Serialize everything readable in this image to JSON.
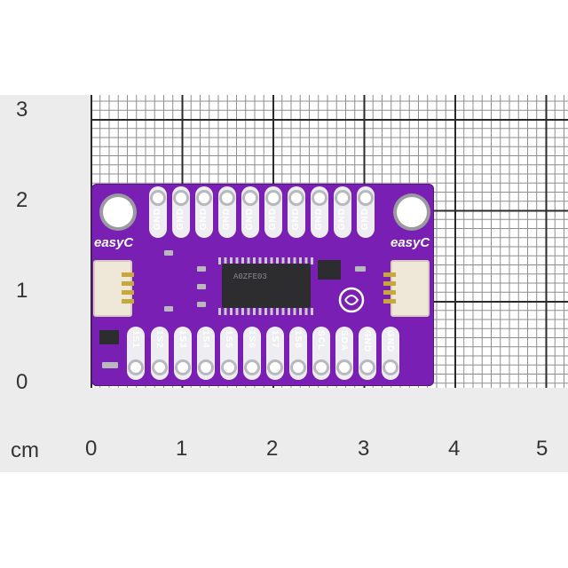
{
  "ruler": {
    "unit": "cm",
    "x_ticks": [
      "0",
      "1",
      "2",
      "3",
      "4",
      "5"
    ],
    "y_ticks": [
      "3",
      "2",
      "1",
      "0"
    ]
  },
  "board": {
    "logo_left": "easyC",
    "logo_right": "easyC",
    "chip_marking": "A0ZFE03",
    "top_pins": [
      "GND",
      "GND",
      "GND",
      "GND",
      "GND",
      "GND",
      "GND",
      "GND",
      "GND",
      "GND"
    ],
    "bottom_pins": [
      "1S1",
      "1S2",
      "1S3",
      "1S4",
      "1S5",
      "1S6",
      "1S7",
      "1S8",
      "SCL",
      "SDA",
      "GND",
      "GND"
    ],
    "colors": {
      "pcb": "#7a1fb3",
      "pad": "#eeeef2",
      "chip": "#2d2d30",
      "connector": "#efe8d8"
    }
  }
}
